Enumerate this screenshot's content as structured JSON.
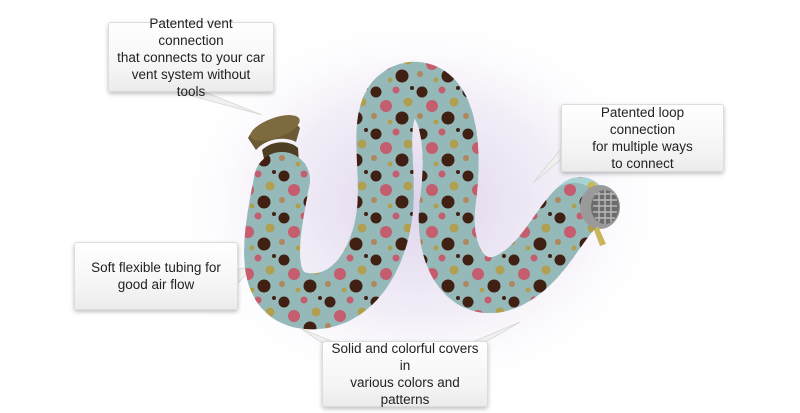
{
  "callouts": {
    "vent": {
      "line1": "Patented vent connection",
      "line2": "that connects to your car",
      "line3": "vent system without tools"
    },
    "loop": {
      "line1": "Patented loop connection",
      "line2": "for multiple ways",
      "line3": "to connect"
    },
    "tubing": {
      "line1": "Soft flexible tubing for",
      "line2": "good air flow"
    },
    "covers": {
      "line1": "Solid and colorful covers in",
      "line2": "various colors and patterns"
    }
  },
  "colors": {
    "fabric_base": "#a9d3d2",
    "dot_brown": "#4a2517",
    "dot_pink": "#e06a7e",
    "dot_olive": "#c9b65a",
    "dot_tan": "#c89a6a",
    "vent_connector": "#5a4a2a",
    "loop_connector": "#8a8a8a",
    "glow": "#d9cce8"
  }
}
